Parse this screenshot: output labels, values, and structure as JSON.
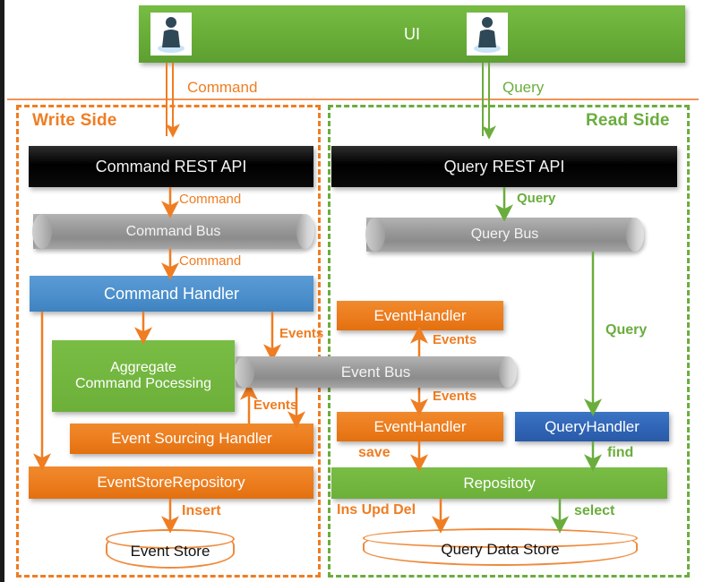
{
  "colors": {
    "orange": "#ef7d22",
    "green": "#6aad3d",
    "blue": "#3f82c0",
    "blue_dark": "#2f63b4",
    "black": "#000000",
    "gray_bus": "#9a9a9a",
    "store_outline": "#ef8a3c"
  },
  "top": {
    "ui_label": "UI",
    "user_left_icon": "person-icon",
    "user_right_icon": "person-icon",
    "command_flow_label": "Command",
    "query_flow_label": "Query"
  },
  "regions": {
    "write": {
      "label": "Write Side"
    },
    "read": {
      "label": "Read Side"
    }
  },
  "write_side": {
    "command_rest_api": "Command REST API",
    "command_to_bus_label": "Command",
    "command_bus": "Command Bus",
    "bus_to_handler_label": "Command",
    "command_handler": "Command Handler",
    "handler_to_eventbus_label": "Events",
    "aggregate_line1": "Aggregate",
    "aggregate_line2": "Command Pocessing",
    "eventbus_to_esh_label": "Events",
    "event_sourcing_handler": "Event Sourcing Handler",
    "event_store_repository": "EventStoreRepository",
    "insert_label": "Insert",
    "event_store": "Event Store"
  },
  "read_side": {
    "query_rest_api": "Query REST API",
    "query_to_bus_label": "Query",
    "query_bus": "Query Bus",
    "bus_to_queryhandler_label": "Query",
    "event_handler_top": "EventHandler",
    "eventbus_to_top_handler_label": "Events",
    "eventbus_to_bottom_handler_label": "Events",
    "event_handler_bottom": "EventHandler",
    "query_handler": "QueryHandler",
    "save_label": "save",
    "find_label": "find",
    "repository": "Repositoty",
    "ins_upd_del_label": "Ins Upd Del",
    "select_label": "select",
    "query_data_store": "Query Data Store"
  },
  "middle": {
    "event_bus": "Event Bus"
  }
}
